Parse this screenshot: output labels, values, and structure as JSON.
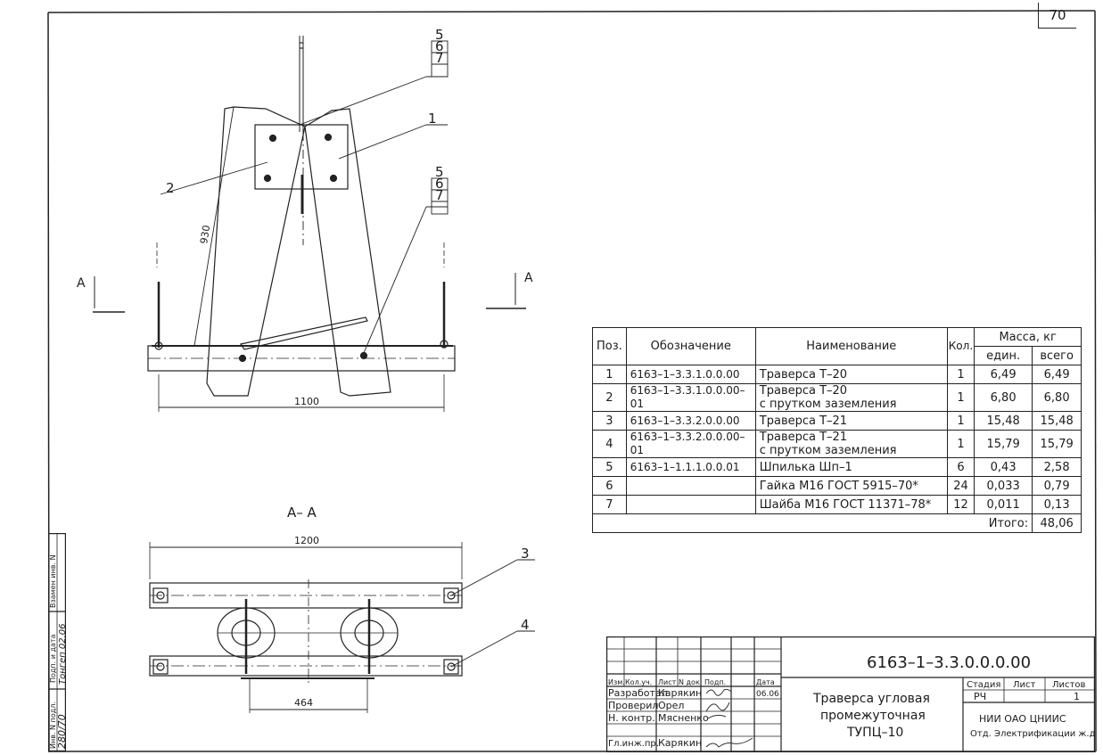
{
  "sheet_number": "70",
  "drawing": {
    "top_view": {
      "dim_930": "930",
      "dim_1100": "1100",
      "callouts": [
        "5",
        "6",
        "7",
        "1",
        "2",
        "5",
        "6",
        "7"
      ],
      "section_mark": "A"
    },
    "section_view": {
      "title": "А– А",
      "dim_1200": "1200",
      "dim_464": "464",
      "callouts": [
        "3",
        "4"
      ]
    }
  },
  "spec_table": {
    "headers": {
      "pos": "Поз.",
      "designation": "Обозначение",
      "name": "Наименование",
      "qty": "Кол.",
      "mass": "Масса, кг",
      "mass_unit": "един.",
      "mass_total": "всего"
    },
    "rows": [
      {
        "pos": "1",
        "designation": "6163–1–3.3.1.0.0.00",
        "name_line1": "Траверса Т–20",
        "name_line2": "",
        "qty": "1",
        "unit": "6,49",
        "total": "6,49"
      },
      {
        "pos": "2",
        "designation": "6163–1–3.3.1.0.0.00–01",
        "name_line1": "Траверса Т–20",
        "name_line2": "с прутком заземления",
        "qty": "1",
        "unit": "6,80",
        "total": "6,80"
      },
      {
        "pos": "3",
        "designation": "6163–1–3.3.2.0.0.00",
        "name_line1": "Траверса Т–21",
        "name_line2": "",
        "qty": "1",
        "unit": "15,48",
        "total": "15,48"
      },
      {
        "pos": "4",
        "designation": "6163–1–3.3.2.0.0.00–01",
        "name_line1": "Траверса Т–21",
        "name_line2": "с прутком заземления",
        "qty": "1",
        "unit": "15,79",
        "total": "15,79"
      },
      {
        "pos": "5",
        "designation": "6163–1–1.1.1.0.0.01",
        "name_line1": "Шпилька Шп–1",
        "name_line2": "",
        "qty": "6",
        "unit": "0,43",
        "total": "2,58"
      },
      {
        "pos": "6",
        "designation": "",
        "name_line1": "Гайка М16 ГОСТ 5915–70*",
        "name_line2": "",
        "qty": "24",
        "unit": "0,033",
        "total": "0,79"
      },
      {
        "pos": "7",
        "designation": "",
        "name_line1": "Шайба М16 ГОСТ 11371–78*",
        "name_line2": "",
        "qty": "12",
        "unit": "0,011",
        "total": "0,13"
      }
    ],
    "total_label": "Итого:",
    "total_value": "48,06"
  },
  "title_block": {
    "doc_code": "6163–1–3.3.0.0.0.00",
    "title_line1": "Траверса угловая",
    "title_line2": "промежуточная",
    "title_line3": "ТУПЦ–10",
    "col_headers": {
      "izm": "Изм.",
      "kol": "Кол.уч.",
      "list": "Лист",
      "ndok": "N док.",
      "podp": "Подп.",
      "data": "Дата"
    },
    "roles": [
      {
        "role": "Разработал",
        "name": "Карякин",
        "date": "06.06"
      },
      {
        "role": "Проверил",
        "name": "Орел",
        "date": ""
      },
      {
        "role": "Н. контр.",
        "name": "Мясненко",
        "date": ""
      },
      {
        "role": "",
        "name": "",
        "date": ""
      },
      {
        "role": "Гл.инж.пр.",
        "name": "Карякин",
        "date": ""
      }
    ],
    "stage_label": "Стадия",
    "sheet_label": "Лист",
    "sheets_label": "Листов",
    "stage_value": "РЧ",
    "sheet_value": "",
    "sheets_value": "1",
    "org_line1": "НИИ ОАО ЦНИИС",
    "org_line2": "Отд. Электрификации ж.д."
  },
  "side_stamp": {
    "inv_podl": "Инв. N подл.",
    "podp_data": "Подп. и дата",
    "vzam": "Взамен инв. N",
    "inv_value": "280/70",
    "sign_value": "Тонгеп 02.06"
  }
}
